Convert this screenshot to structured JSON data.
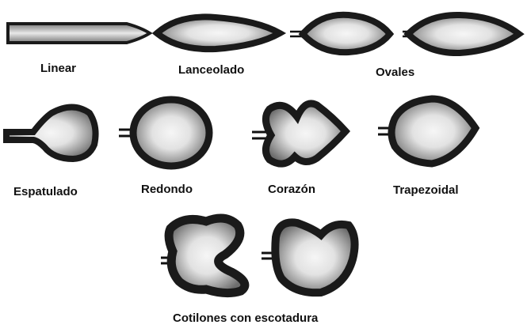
{
  "shapes": [
    {
      "name": "Linear",
      "icon": "linear-leaf-icon"
    },
    {
      "name": "Lanceolado",
      "icon": "lanceolate-leaf-icon"
    },
    {
      "name": "Ovales",
      "icon": "oval-leaf-icon"
    },
    {
      "name": "Espatulado",
      "icon": "spatulate-leaf-icon"
    },
    {
      "name": "Redondo",
      "icon": "round-leaf-icon"
    },
    {
      "name": "Corazón",
      "icon": "heart-leaf-icon"
    },
    {
      "name": "Trapezoidal",
      "icon": "trapezoidal-leaf-icon"
    },
    {
      "name": "Cotilones con escotadura",
      "icon": "notched-leaf-icon"
    }
  ],
  "colors": {
    "outline": "#1a1a1a",
    "fill_mid": "#8a8a8a",
    "fill_center": "#f4f4f4",
    "petiole": "#111111"
  }
}
